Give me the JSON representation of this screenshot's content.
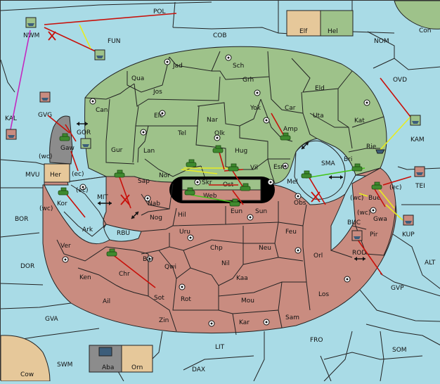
{
  "legend": {
    "left": "Elf",
    "right": "Hel"
  },
  "bottom_legend": {
    "left": "Aba",
    "right": "Orn"
  },
  "colors": {
    "sea": "#a9dbe6",
    "hel": "#9ec28a",
    "elf": "#e6c89a",
    "orn": "#c98c80",
    "aba": "#8c8c8c"
  },
  "labels": {
    "POL": "POL",
    "NWM": "NWM",
    "FUN": "FUN",
    "COB": "COB",
    "NOM": "NOM",
    "Con": "Con",
    "OVD": "OVD",
    "KAM": "KAM",
    "TEI": "TEI",
    "KUP": "KUP",
    "ALT": "ALT",
    "GVP": "GVP",
    "SOM": "SOM",
    "FRO": "FRO",
    "LIT": "LIT",
    "DAX": "DAX",
    "SWM": "SWM",
    "Cow": "Cow",
    "GVA": "GVA",
    "DOR": "DOR",
    "BOR": "BOR",
    "MVU": "MVU",
    "KAL": "KAL",
    "GVG": "GVG",
    "GOR": "GOR",
    "Gaw": "Gaw",
    "Her": "Her",
    "MIT": "MIT",
    "RBU": "RBU",
    "SMA": "SMA",
    "BUC": "BUC",
    "ROD": "ROD",
    "Jad": "Jad",
    "Sch": "Sch",
    "Qua": "Qua",
    "Jos": "Jos",
    "Grh": "Grh",
    "Eld": "Eld",
    "Can": "Can",
    "Elc": "Elc",
    "Nar": "Nar",
    "Yok": "Yok",
    "Car": "Car",
    "Uta": "Uta",
    "Kat": "Kat",
    "Tel": "Tel",
    "Olk": "Olk",
    "Amp": "Amp",
    "Rie": "Rie",
    "Gur": "Gur",
    "Lan": "Lan",
    "Hug": "Hug",
    "Bri": "Bri",
    "Nor": "Nor",
    "Vil": "Vil",
    "Esm": "Esm",
    "Sap": "Sap",
    "Skr": "Skr",
    "Ost": "Ost",
    "Mel": "Mel",
    "Bue": "Bue",
    "Web": "Web",
    "Eun": "Eun",
    "Sun": "Sun",
    "Obs": "Obs",
    "Nab": "Nab",
    "Hil": "Hil",
    "Kor": "Kor",
    "Gwa": "Gwa",
    "Nog": "Nog",
    "Ark": "Ark",
    "Uru": "Uru",
    "Feu": "Feu",
    "Pir": "Pir",
    "Ver": "Ver",
    "Chp": "Chp",
    "Neu": "Neu",
    "Orl": "Orl",
    "Bar": "Bar",
    "Qwi": "Qwi",
    "Nil": "Nil",
    "Kaa": "Kaa",
    "Ken": "Ken",
    "Chr": "Chr",
    "Los": "Los",
    "Ail": "Ail",
    "Sot": "Sot",
    "Rot": "Rot",
    "Mou": "Mou",
    "Zin": "Zin",
    "Kar": "Kar",
    "Sam": "Sam",
    "wc1": "(wc)",
    "ec1": "(ec)",
    "wc2": "(wc)",
    "ec2": "(ec)",
    "wc3": "(wc)",
    "ec3": "(ec)",
    "wc4": "(wc)"
  }
}
